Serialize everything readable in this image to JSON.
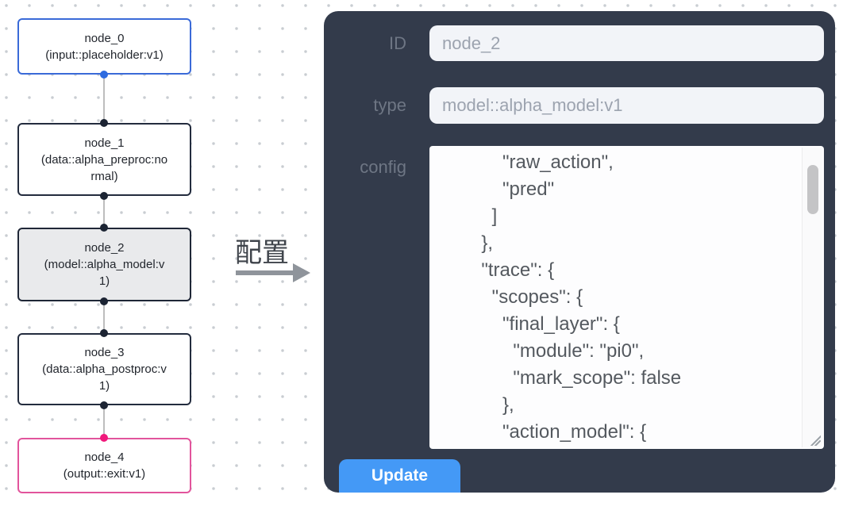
{
  "flow": {
    "nodes": [
      {
        "id": "node_0",
        "title": "node_0",
        "subtitle": "(input::placeholder:v1)",
        "kind": "input"
      },
      {
        "id": "node_1",
        "title": "node_1",
        "subtitle": "(data::alpha_preproc:normal)",
        "kind": "data"
      },
      {
        "id": "node_2",
        "title": "node_2",
        "subtitle": "(model::alpha_model:v1)",
        "kind": "model",
        "selected": true
      },
      {
        "id": "node_3",
        "title": "node_3",
        "subtitle": "(data::alpha_postproc:v1)",
        "kind": "data"
      },
      {
        "id": "node_4",
        "title": "node_4",
        "subtitle": "(output::exit:v1)",
        "kind": "output"
      }
    ]
  },
  "annotation": {
    "label": "配置"
  },
  "panel": {
    "id_label": "ID",
    "id_value": "node_2",
    "type_label": "type",
    "type_value": "model::alpha_model:v1",
    "config_label": "config",
    "config_value": "      \"raw_action\",\n      \"pred\"\n    ]\n  },\n  \"trace\": {\n    \"scopes\": {\n      \"final_layer\": {\n        \"module\": \"pi0\",\n        \"mark_scope\": false\n      },\n      \"action_model\": {",
    "update_label": "Update"
  },
  "colors": {
    "panel_bg": "#333B4B",
    "field_bg": "#F2F4F8",
    "field_text": "#9CA3AF",
    "label_text": "#6E7684",
    "button_bg": "#4499F6",
    "button_text": "#FFFFFF",
    "node_input_border": "#3A6AD8",
    "node_output_border": "#E2549C",
    "node_default_border": "#232C3E",
    "node_selected_bg": "#E9EAEC",
    "port_blue": "#2E6BE0",
    "port_pink": "#F0187B",
    "port_dark": "#1C2433",
    "edge_gray": "#BDBDBD",
    "grid_dot": "#C9CDD2"
  }
}
